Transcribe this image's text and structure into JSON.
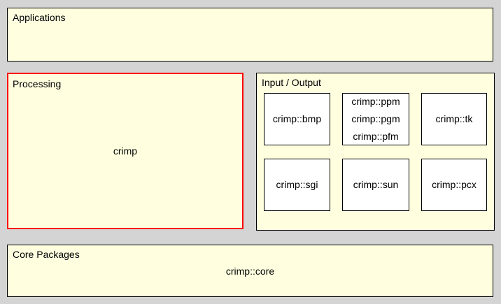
{
  "colors": {
    "page_background": "#d4d4d4",
    "cluster_fill": "#ffffe0",
    "cluster_border": "#000000",
    "processing_border": "#ff0000",
    "node_fill": "#ffffff",
    "text": "#000000"
  },
  "clusters": {
    "applications": {
      "label": "Applications"
    },
    "processing": {
      "label": "Processing",
      "node": "crimp"
    },
    "io": {
      "label": "Input / Output",
      "nodes": [
        {
          "lines": [
            "crimp::bmp"
          ]
        },
        {
          "lines": [
            "crimp::ppm",
            "crimp::pgm",
            "crimp::pfm"
          ]
        },
        {
          "lines": [
            "crimp::tk"
          ]
        },
        {
          "lines": [
            "crimp::sgi"
          ]
        },
        {
          "lines": [
            "crimp::sun"
          ]
        },
        {
          "lines": [
            "crimp::pcx"
          ]
        }
      ]
    },
    "core": {
      "label": "Core Packages",
      "node": "crimp::core"
    }
  }
}
